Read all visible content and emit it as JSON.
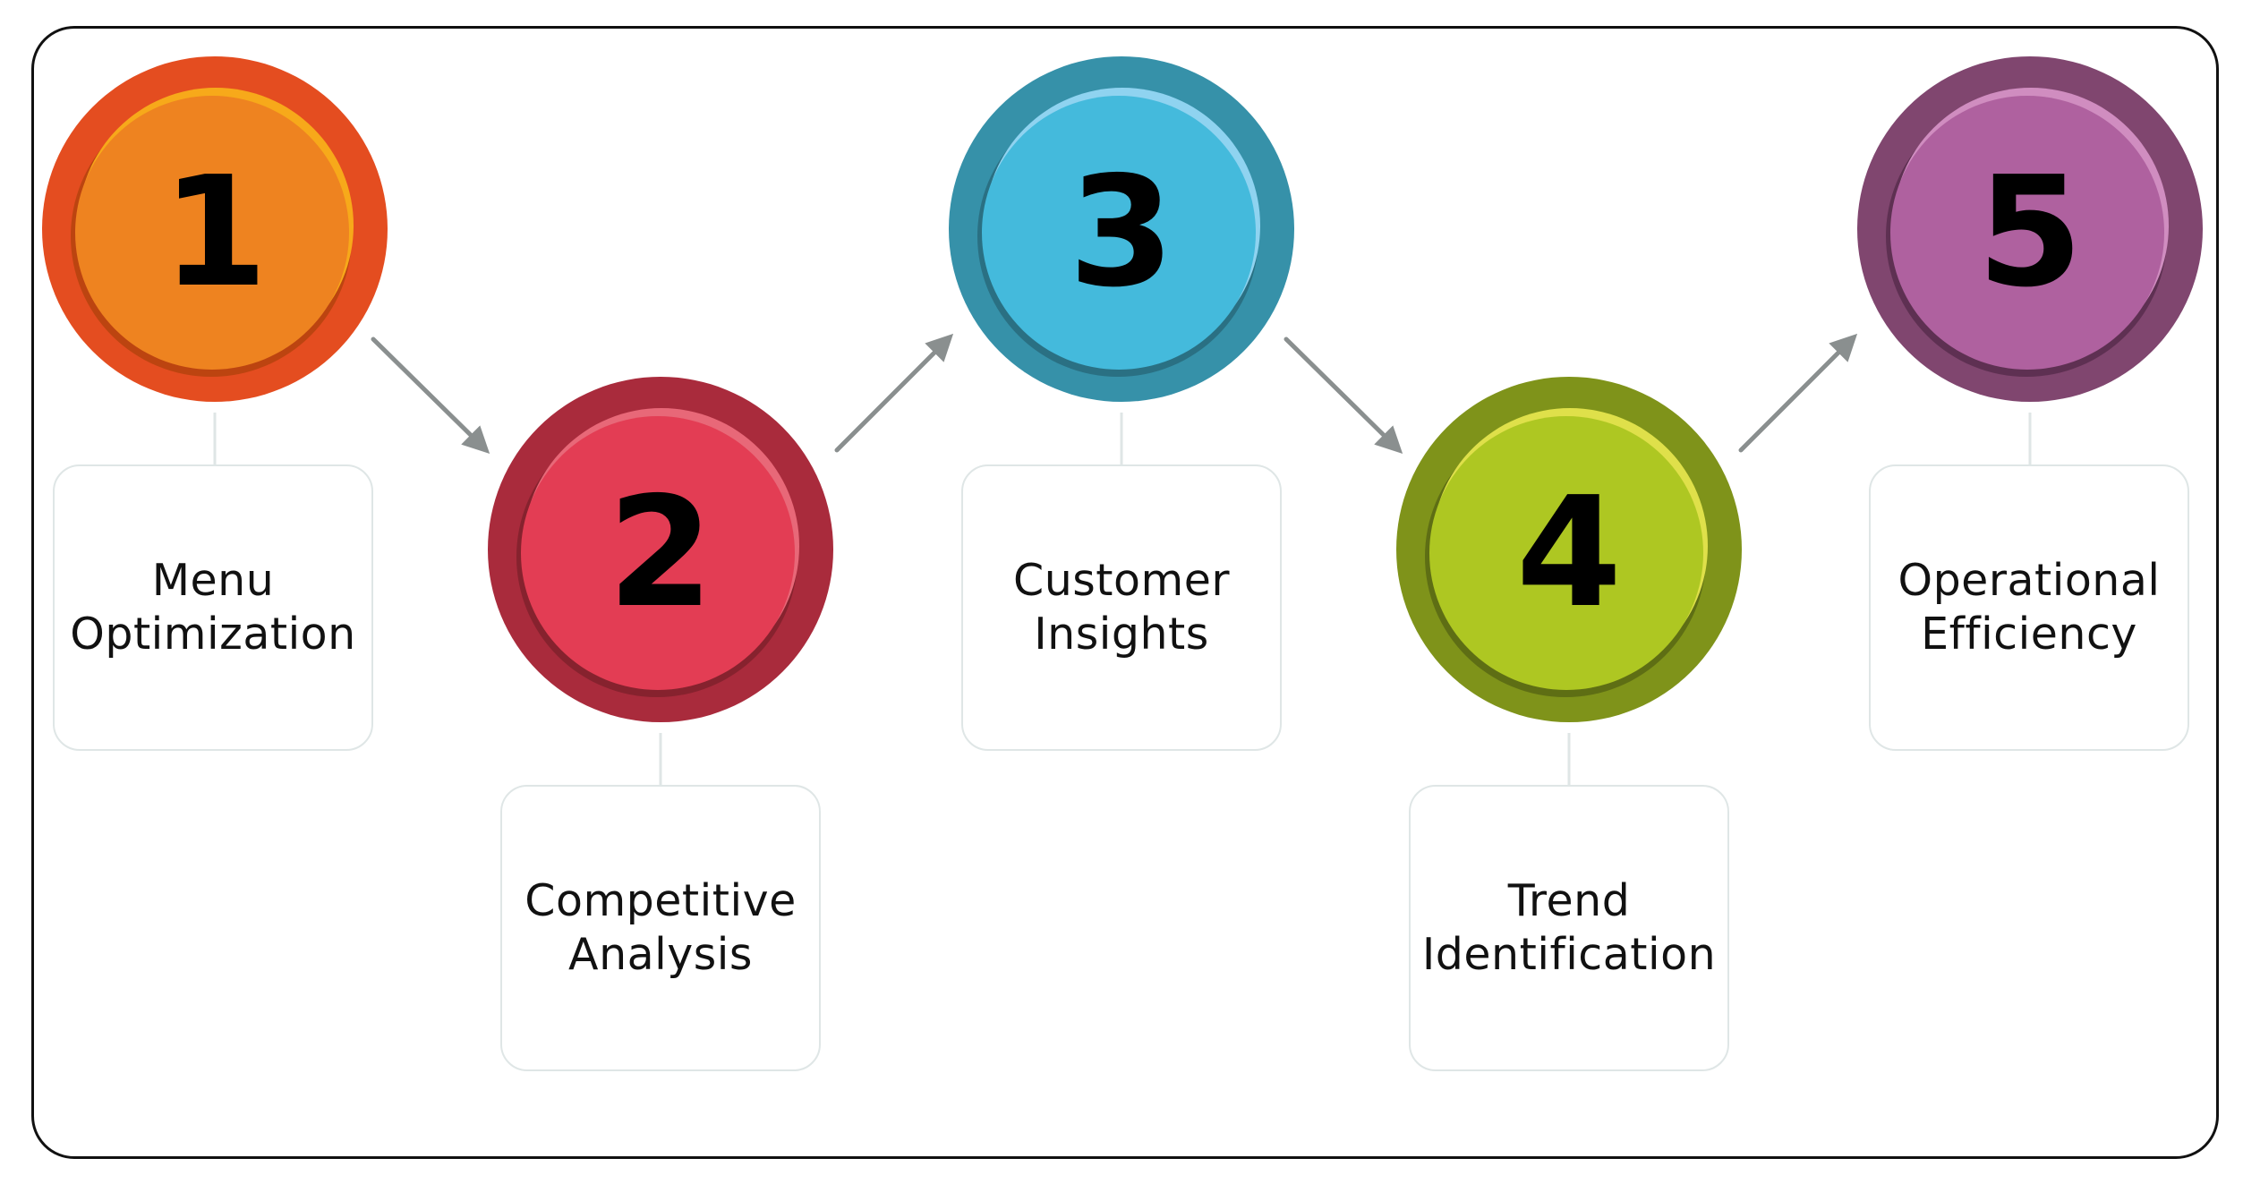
{
  "steps": [
    {
      "number": "1",
      "label": "Menu Optimization",
      "colors": {
        "outer": "#E44D20",
        "inner": "#EE8320",
        "highlight": "#F7A91A",
        "shadow": "#BC4410"
      }
    },
    {
      "number": "2",
      "label": "Competitive Analysis",
      "colors": {
        "outer": "#A92B3C",
        "inner": "#E33D54",
        "highlight": "#E86878",
        "shadow": "#86222E"
      }
    },
    {
      "number": "3",
      "label": "Customer Insights",
      "colors": {
        "outer": "#3691A9",
        "inner": "#44BADC",
        "highlight": "#8FD3F0",
        "shadow": "#2A7083"
      }
    },
    {
      "number": "4",
      "label": "Trend Identification",
      "colors": {
        "outer": "#7F931A",
        "inner": "#AEC722",
        "highlight": "#DFE04A",
        "shadow": "#5E6E14"
      }
    },
    {
      "number": "5",
      "label": "Operational Efficiency",
      "colors": {
        "outer": "#80466F",
        "inner": "#AF619F",
        "highlight": "#D08DC0",
        "shadow": "#5E3052"
      }
    }
  ],
  "arrow_color": "#8A8F8F"
}
